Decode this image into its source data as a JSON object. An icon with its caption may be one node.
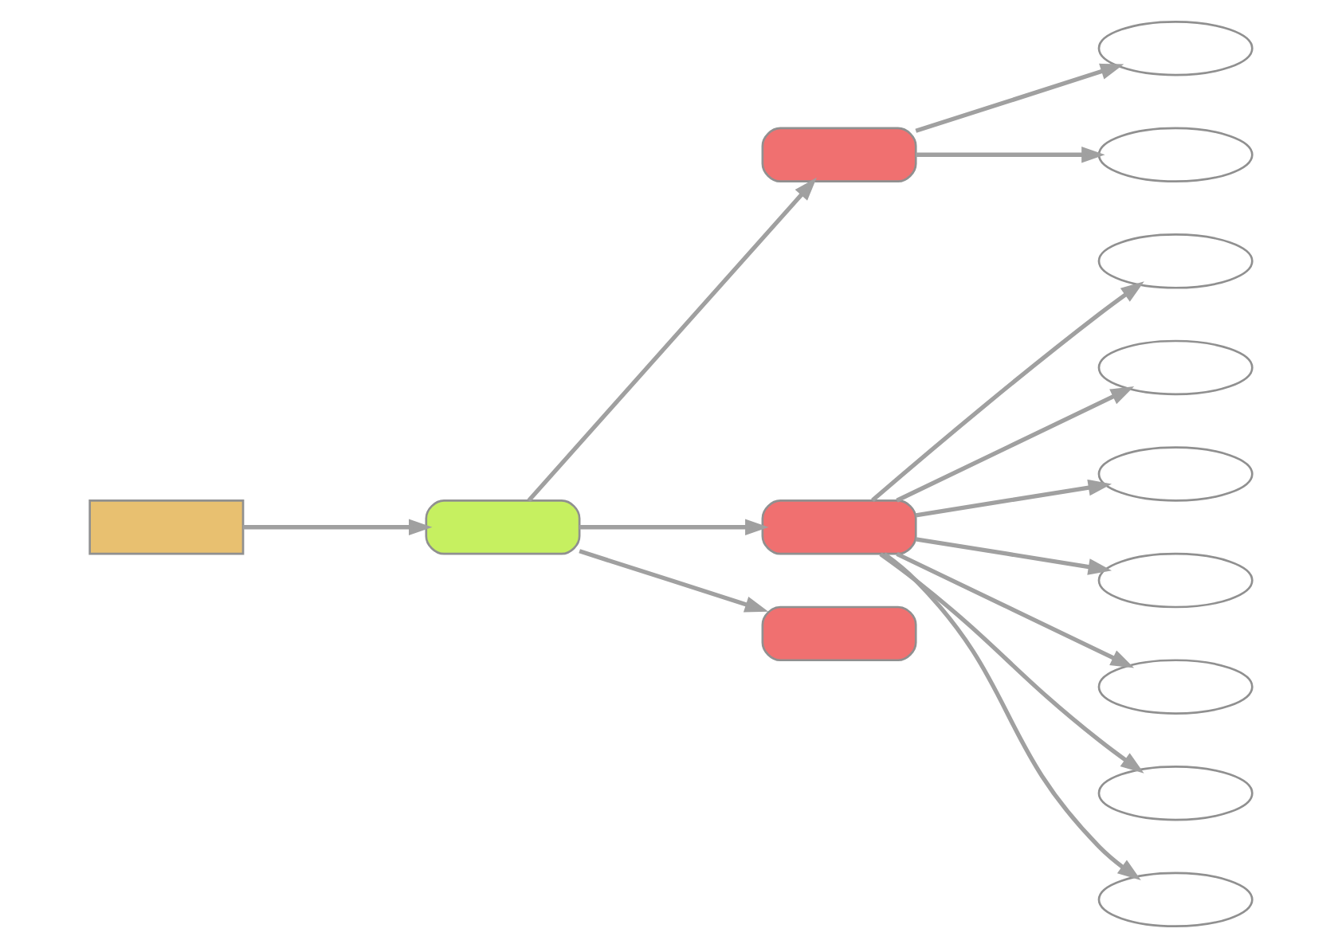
{
  "diagram": {
    "nodes": [
      {
        "text": [],
        "shape": "box"
      },
      {
        "text": [],
        "shape": "box"
      },
      {
        "text": [],
        "shape": "box"
      },
      {
        "text": [],
        "shape": "box"
      },
      {
        "text": [],
        "shape": "oval"
      },
      {
        "text": [],
        "shape": "oval"
      },
      {
        "text": [],
        "shape": "box"
      },
      {
        "text": [],
        "shape": "oval"
      },
      {
        "text": [],
        "shape": "oval"
      },
      {
        "text": [],
        "shape": "oval"
      },
      {
        "text": [],
        "shape": "oval"
      },
      {
        "text": [],
        "shape": "oval"
      },
      {
        "text": [],
        "shape": "oval"
      },
      {
        "text": [],
        "shape": "oval"
      }
    ],
    "edges": [
      {
        "from": 0,
        "to": 1,
        "arrow": "to"
      },
      {
        "from": 1,
        "to": 2,
        "arrow": "to"
      },
      {
        "from": 1,
        "to": 3,
        "arrow": "to"
      },
      {
        "from": 1,
        "to": 6,
        "arrow": "to"
      },
      {
        "from": 2,
        "to": 4,
        "arrow": "to"
      },
      {
        "from": 2,
        "to": 5,
        "arrow": "to"
      },
      {
        "from": 3,
        "to": 7,
        "arrow": "to"
      },
      {
        "from": 3,
        "to": 8,
        "arrow": "to"
      },
      {
        "from": 3,
        "to": 9,
        "arrow": "to"
      },
      {
        "from": 3,
        "to": 10,
        "arrow": "to"
      },
      {
        "from": 3,
        "to": 11,
        "arrow": "to"
      },
      {
        "from": 3,
        "to": 12,
        "arrow": "to"
      },
      {
        "from": 3,
        "to": 13,
        "arrow": "to"
      }
    ]
  }
}
